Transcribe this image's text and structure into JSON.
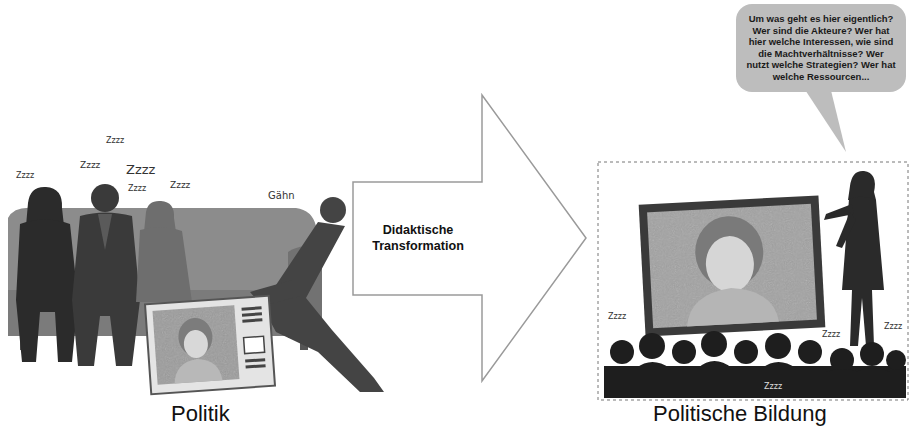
{
  "diagram": {
    "nodes": [
      {
        "text": [
          "Didaktische Transformation"
        ]
      },
      {
        "text": [
          "Um was geht es hier eigentlich? Wer sind die Akteure? Wer hat hier welche Interessen, wie sind die Machtverhältnisse? Wer nutzt welche Strategien? Wer hat welche Ressourcen..."
        ]
      }
    ],
    "labels": [
      "Zzzz",
      "Zzzz",
      "Zzzz",
      "Zzzz",
      "Zzzz",
      "Zzzz",
      "Gähn",
      "Politik",
      "Zzzz",
      "Zzzz",
      "Zzzz",
      "Zzzz",
      "Politische Bildung"
    ]
  }
}
